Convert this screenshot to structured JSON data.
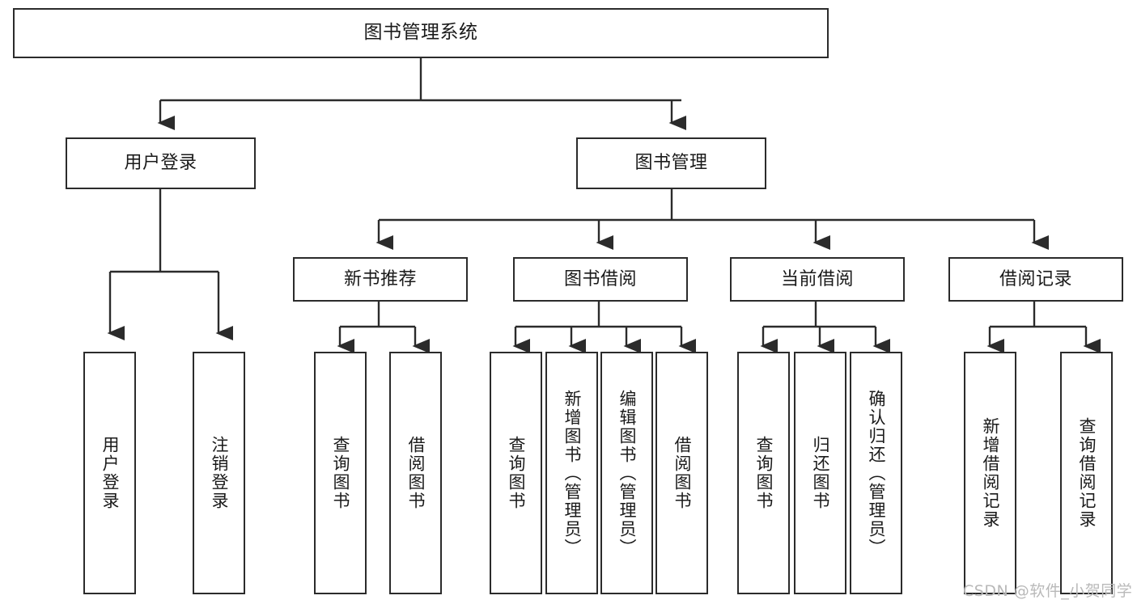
{
  "diagram": {
    "type": "tree",
    "title": "图书管理系统",
    "root": {
      "label": "图书管理系统"
    },
    "level1": [
      {
        "label": "用户登录"
      },
      {
        "label": "图书管理"
      }
    ],
    "level2": [
      {
        "label": "新书推荐"
      },
      {
        "label": "图书借阅"
      },
      {
        "label": "当前借阅"
      },
      {
        "label": "借阅记录"
      }
    ],
    "leaves_user_login": [
      {
        "label": "用户登录"
      },
      {
        "label": "注销登录"
      }
    ],
    "leaves_new_book": [
      {
        "label": "查询图书"
      },
      {
        "label": "借阅图书"
      }
    ],
    "leaves_borrow": [
      {
        "label": "查询图书"
      },
      {
        "label": "新增图书（管理员）"
      },
      {
        "label": "编辑图书（管理员）"
      },
      {
        "label": "借阅图书"
      }
    ],
    "leaves_current": [
      {
        "label": "查询图书"
      },
      {
        "label": "归还图书"
      },
      {
        "label": "确认归还（管理员）"
      }
    ],
    "leaves_records": [
      {
        "label": "新增借阅记录"
      },
      {
        "label": "查询借阅记录"
      }
    ]
  },
  "watermark": {
    "text": "CSDN @软件_小贺同学"
  },
  "colors": {
    "box_border": "#2b2b2b",
    "box_fill": "#ffffff",
    "line": "#2b2b2b",
    "text": "#1a1a1a",
    "watermark": "#b9b9b9",
    "background": "#ffffff"
  }
}
